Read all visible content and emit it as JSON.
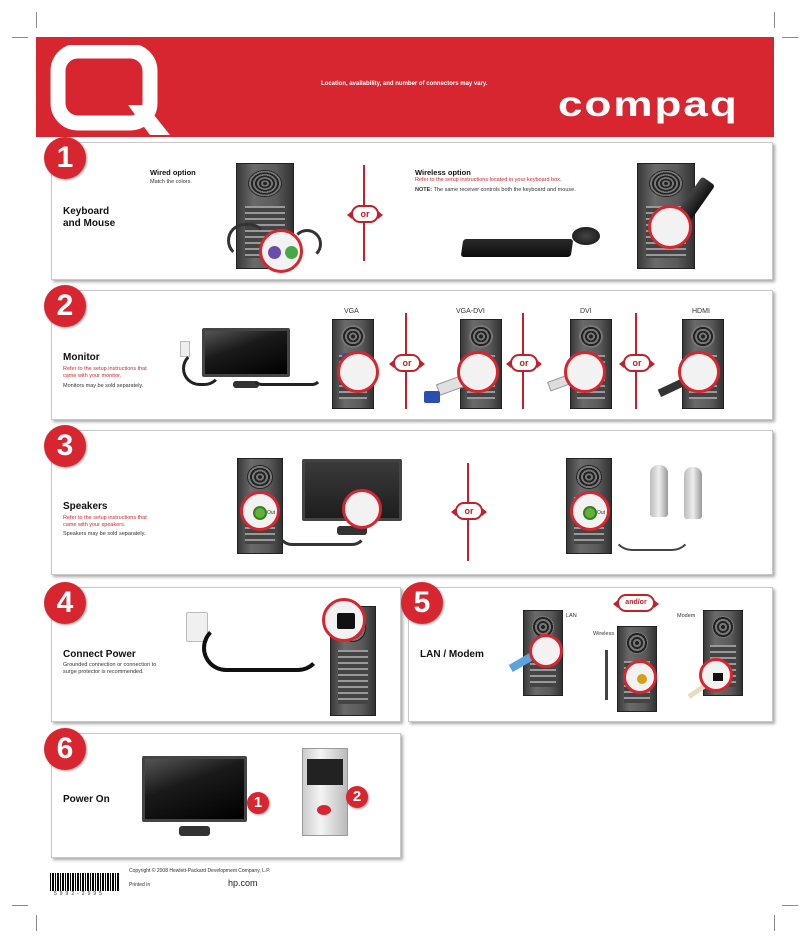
{
  "header": {
    "note": "Location, availability, and number of connectors may vary.",
    "brand": "COMPAQ",
    "colors": {
      "brand_red": "#d7262f"
    }
  },
  "separator": {
    "or": "or",
    "andor": "and/or"
  },
  "step1": {
    "number": "1",
    "title_line1": "Keyboard",
    "title_line2": "and Mouse",
    "wired_title": "Wired option",
    "wired_sub": "Match the colors.",
    "wireless_title": "Wireless option",
    "wireless_sub": "Refer to the setup instructions located in your keyboard box.",
    "note_label": "NOTE:",
    "note_text": "The same receiver controls both the keyboard and mouse."
  },
  "step2": {
    "number": "2",
    "title": "Monitor",
    "sub_red_line1": "Refer to the setup instructions that",
    "sub_red_line2": "came with your monitor.",
    "sub_black": "Monitors may be sold separately.",
    "connectors": [
      "VGA",
      "VGA-DVI",
      "DVI",
      "HDMI"
    ]
  },
  "step3": {
    "number": "3",
    "title": "Speakers",
    "sub_red_line1": "Refer to the setup instructions that",
    "sub_red_line2": "came with your speakers.",
    "sub_black": "Speakers may be sold separately.",
    "out_label": "Out"
  },
  "step4": {
    "number": "4",
    "title": "Connect Power",
    "sub_line1": "Grounded connection or connection to",
    "sub_line2": "surge protector is recommended."
  },
  "step5": {
    "number": "5",
    "title": "LAN / Modem",
    "lan": "LAN",
    "wireless": "Wireless",
    "modem": "Modem"
  },
  "step6": {
    "number": "6",
    "title": "Power On",
    "badge1": "1",
    "badge2": "2"
  },
  "footer": {
    "copyright": "Copyright © 2008 Hewlett-Packard Development Company, L.P.",
    "printed": "Printed in",
    "site": "hp.com",
    "barcode_number": "5992-2995"
  }
}
